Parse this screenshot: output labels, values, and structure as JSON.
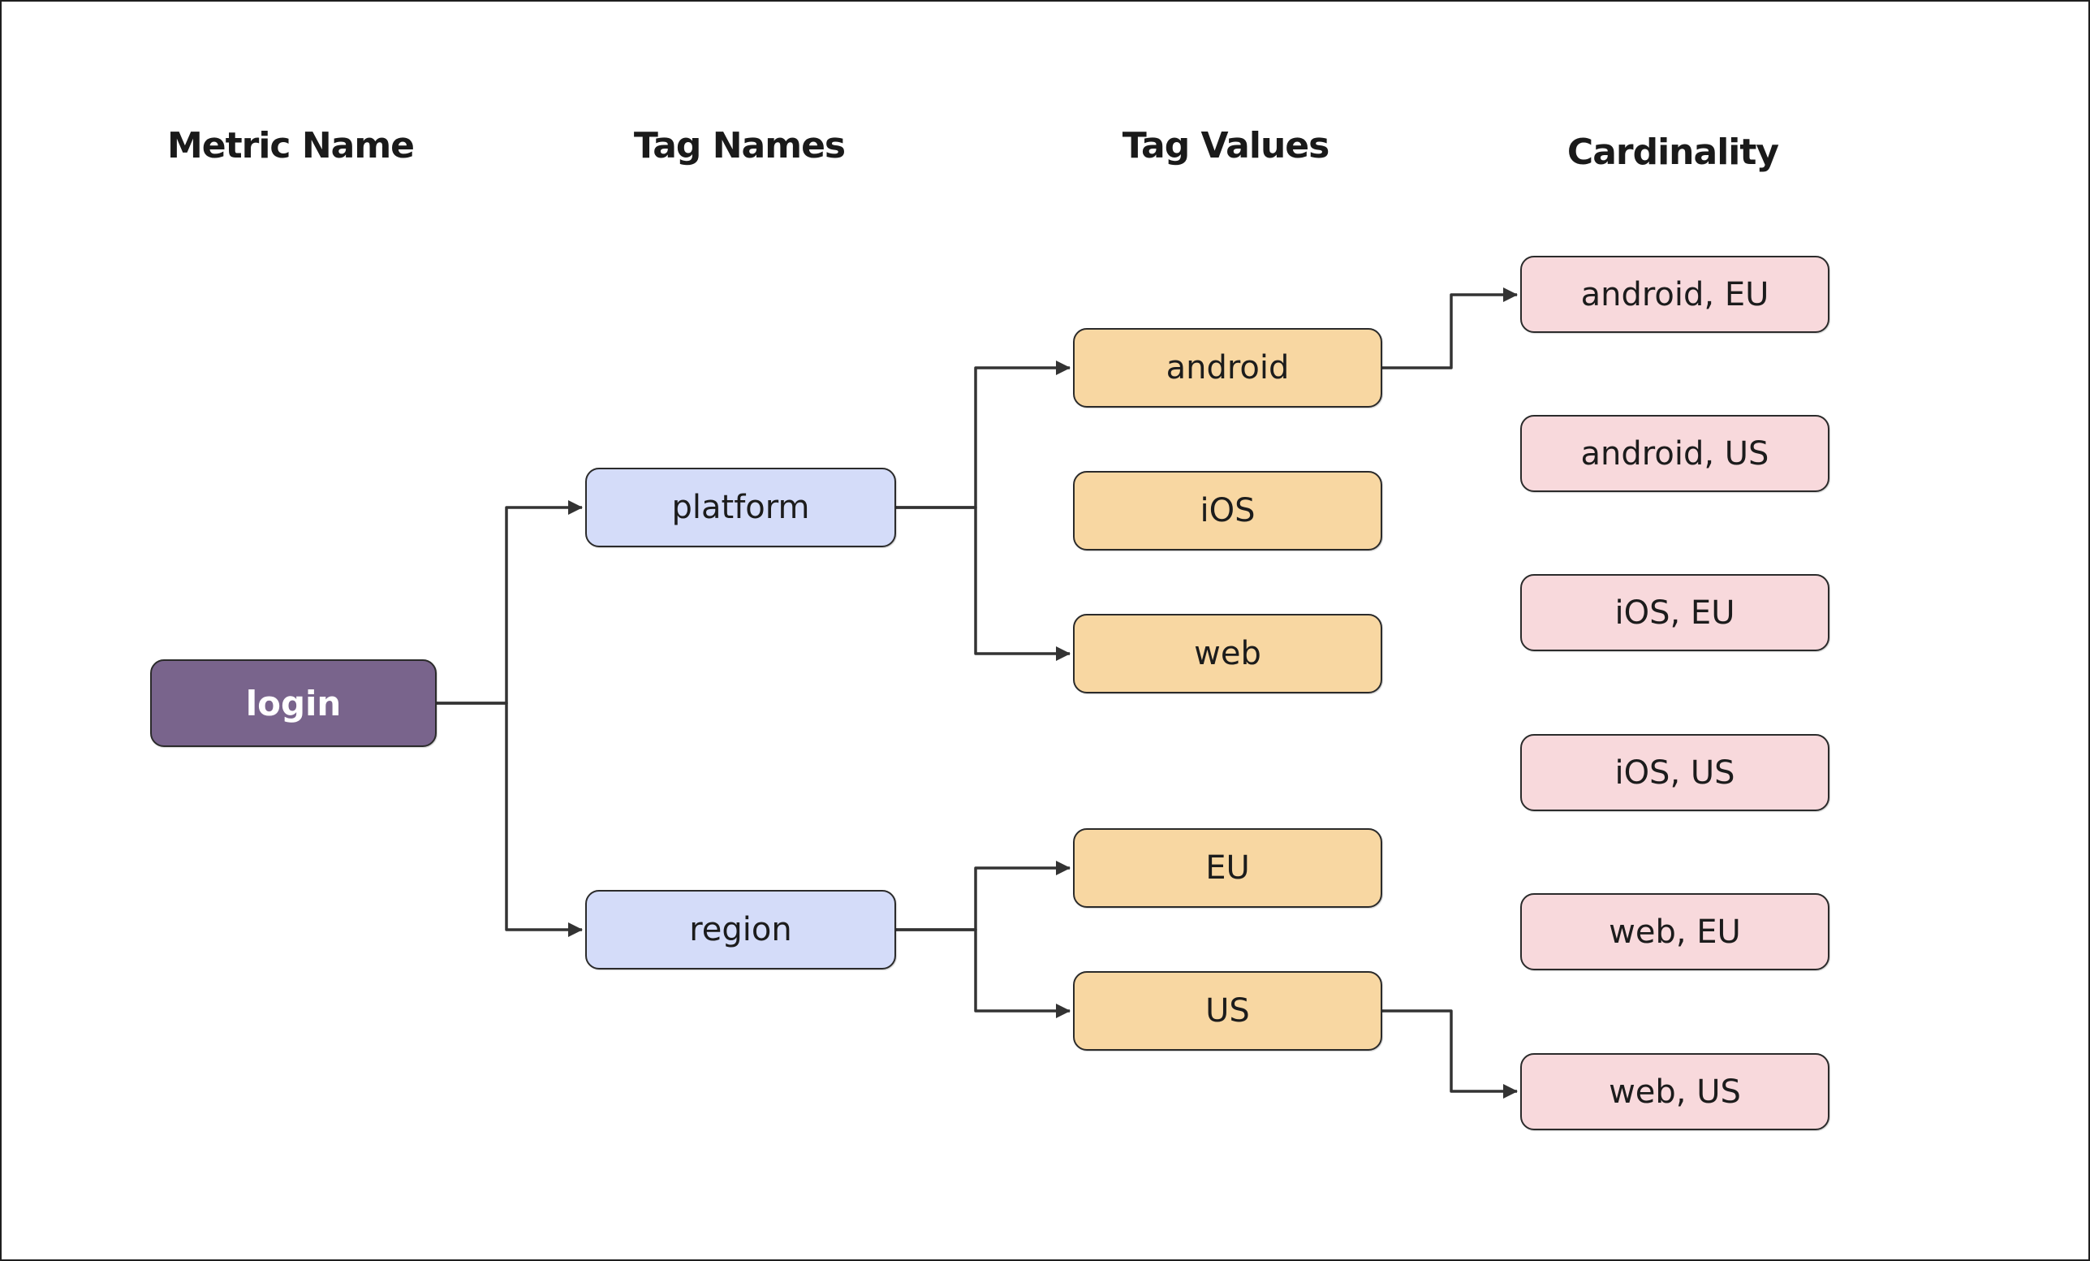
{
  "columns": {
    "metric_name": "Metric Name",
    "tag_names": "Tag Names",
    "tag_values": "Tag Values",
    "cardinality": "Cardinality"
  },
  "nodes": {
    "metric": {
      "label": "login"
    },
    "tag_names": [
      {
        "label": "platform"
      },
      {
        "label": "region"
      }
    ],
    "tag_values": [
      {
        "label": "android"
      },
      {
        "label": "iOS"
      },
      {
        "label": "web"
      },
      {
        "label": "EU"
      },
      {
        "label": "US"
      }
    ],
    "cardinality": [
      {
        "label": "android, EU"
      },
      {
        "label": "android, US"
      },
      {
        "label": "iOS, EU"
      },
      {
        "label": "iOS, US"
      },
      {
        "label": "web, EU"
      },
      {
        "label": "web, US"
      }
    ]
  },
  "edges": [
    {
      "from": "login",
      "to": "platform"
    },
    {
      "from": "login",
      "to": "region"
    },
    {
      "from": "platform",
      "to": "android"
    },
    {
      "from": "platform",
      "to": "web"
    },
    {
      "from": "region",
      "to": "EU"
    },
    {
      "from": "region",
      "to": "US"
    },
    {
      "from": "android",
      "to": "android, EU"
    },
    {
      "from": "US",
      "to": "web, US"
    }
  ],
  "colors": {
    "canvas_bg": "#ffffff",
    "frame_border": "#1f1f1f",
    "metric_fill": "#79648C",
    "metric_text": "#ffffff",
    "tag_name_fill": "#D4DCF9",
    "tag_value_fill": "#F8D7A2",
    "cardinality_fill": "#F8D9DC",
    "node_border": "#2b2b2b",
    "node_text": "#1c1c1c",
    "edge_color": "#333333",
    "header_text": "#1a1a1a"
  }
}
